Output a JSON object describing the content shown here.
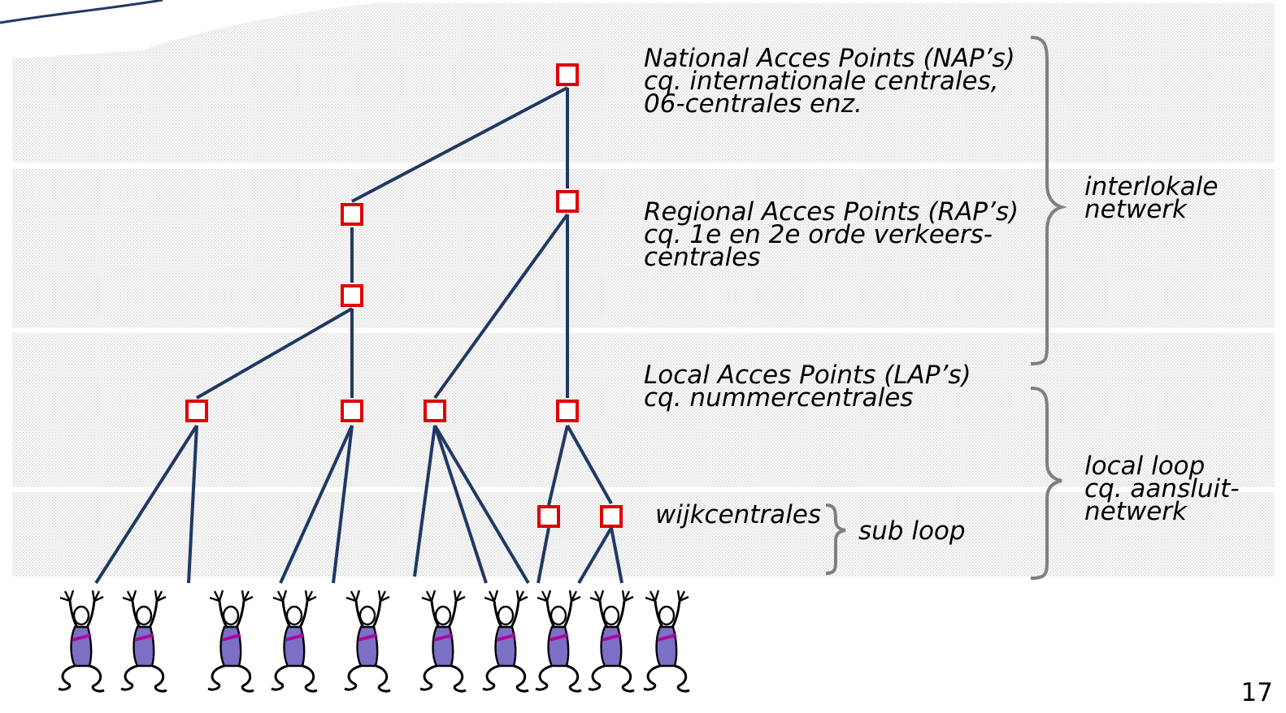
{
  "levels": [
    {
      "id": "nap",
      "lines": [
        "National Acces Points (NAP’s)",
        "cq. internationale centrales,",
        "06-centrales enz."
      ]
    },
    {
      "id": "rap",
      "lines": [
        "Regional Acces Points (RAP’s)",
        "cq. 1e en 2e orde verkeers-",
        "centrales"
      ]
    },
    {
      "id": "lap",
      "lines": [
        "Local Acces Points (LAP’s)",
        "cq. nummercentrales"
      ]
    },
    {
      "id": "wijk",
      "lines": [
        "wijkcentrales"
      ]
    }
  ],
  "brackets": {
    "interlokaal": [
      "interlokale",
      "netwerk"
    ],
    "local_loop": [
      "local loop",
      "cq. aansluit-",
      "netwerk"
    ],
    "sub_loop": [
      "sub loop"
    ]
  },
  "page_number": "17",
  "colors": {
    "node_border": "#e00000",
    "link": "#1f3864",
    "figure_body": "#7b6fc6",
    "figure_belt": "#b0009a",
    "band": "#ececec",
    "brace": "#7f7f7f",
    "header_arc": "#1f3864"
  }
}
